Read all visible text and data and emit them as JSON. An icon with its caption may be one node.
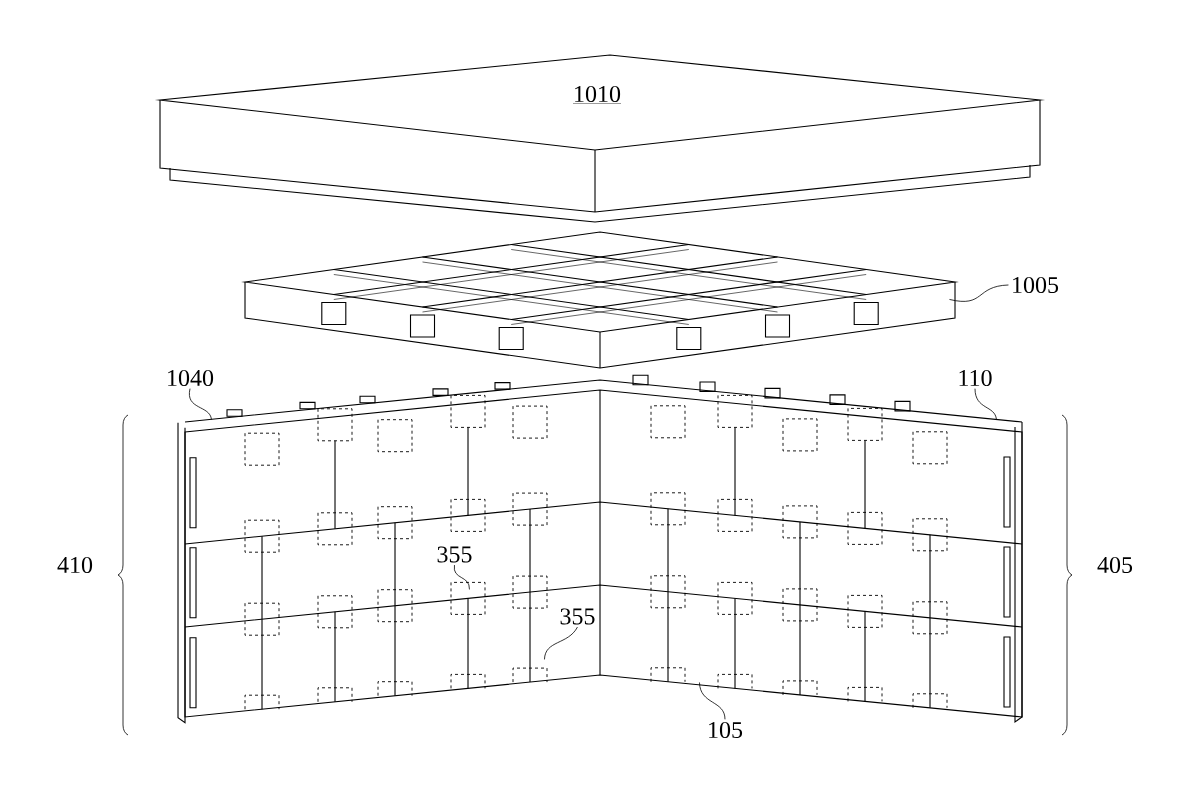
{
  "diagram": {
    "nodes": [
      {
        "text": [],
        "shape": "picture"
      },
      {
        "text": [
          "1005"
        ]
      },
      {
        "text": [
          "1040"
        ]
      },
      {
        "text": [
          "110"
        ]
      },
      {
        "text": [],
        "shape": "picture"
      },
      {
        "text": [
          "355"
        ],
        "in": 4
      },
      {
        "text": [
          "355"
        ],
        "in": 4
      },
      {
        "text": [
          "105"
        ]
      }
    ],
    "edges": [
      {
        "from": 1,
        "to": 0,
        "arrow": "none"
      },
      {
        "from": 2,
        "to": 4,
        "arrow": "none"
      },
      {
        "from": 3,
        "to": 4,
        "arrow": "none"
      },
      {
        "from": 5,
        "to": 4,
        "arrow": "none"
      },
      {
        "from": 6,
        "to": 4,
        "arrow": "none"
      },
      {
        "from": 7,
        "to": 4,
        "arrow": "none"
      }
    ],
    "labels": [
      "1010",
      "410",
      "405"
    ]
  }
}
